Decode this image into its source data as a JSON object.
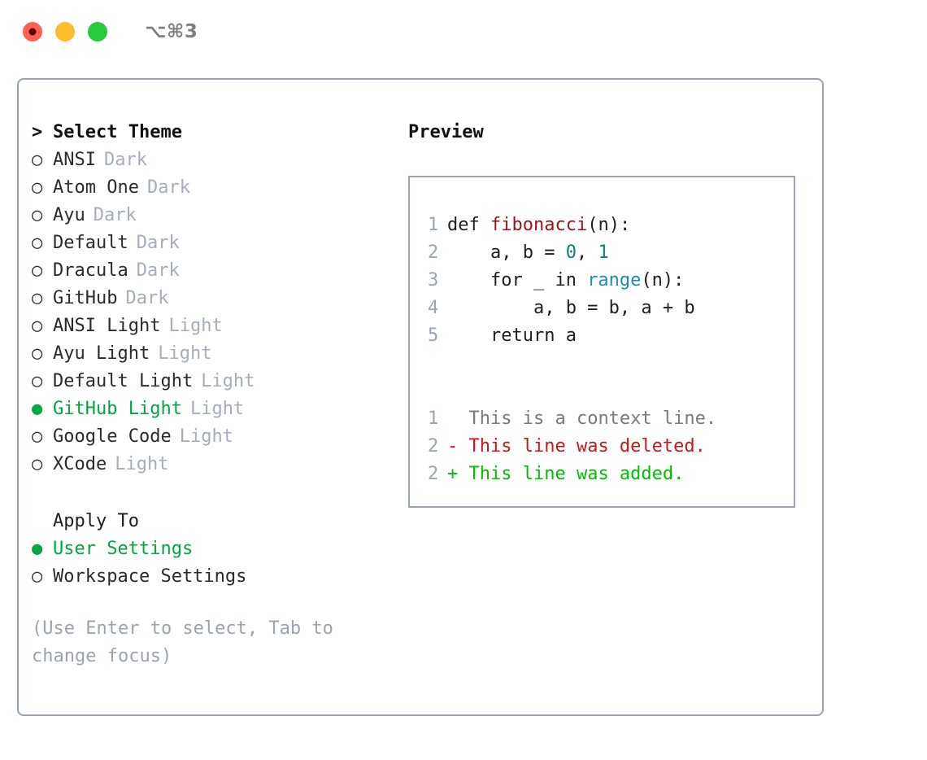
{
  "titlebar": {
    "shortcut": "⌥⌘3",
    "dots": [
      {
        "name": "close-dot",
        "color": "#fd5f55"
      },
      {
        "name": "minimize-dot",
        "color": "#ffbd2e"
      },
      {
        "name": "maximize-dot",
        "color": "#27c93f"
      }
    ]
  },
  "colors": {
    "selected_green": "#00a83f",
    "muted_gray": "#a6aebb",
    "border": "#9aa3b2",
    "text": "#2b2b2b",
    "hint": "#9ba4b0",
    "line_number": "#9aa5b3",
    "syntax_function": "#9e1414",
    "syntax_number": "#0b8276",
    "syntax_call": "#1c8cba",
    "diff_context": "#7b7b7b",
    "diff_deleted": "#cc1616",
    "diff_added": "#00c000"
  },
  "theme_list": {
    "header_marker": ">",
    "header_label": "Select Theme",
    "marker_unselected": "○",
    "marker_selected": "●",
    "items": [
      {
        "marker": "○",
        "name": "ANSI",
        "category": "Dark",
        "selected": false
      },
      {
        "marker": "○",
        "name": "Atom One",
        "category": "Dark",
        "selected": false
      },
      {
        "marker": "○",
        "name": "Ayu",
        "category": "Dark",
        "selected": false
      },
      {
        "marker": "○",
        "name": "Default",
        "category": "Dark",
        "selected": false
      },
      {
        "marker": "○",
        "name": "Dracula",
        "category": "Dark",
        "selected": false
      },
      {
        "marker": "○",
        "name": "GitHub",
        "category": "Dark",
        "selected": false
      },
      {
        "marker": "○",
        "name": "ANSI Light",
        "category": "Light",
        "selected": false
      },
      {
        "marker": "○",
        "name": "Ayu Light",
        "category": "Light",
        "selected": false
      },
      {
        "marker": "○",
        "name": "Default Light",
        "category": "Light",
        "selected": false
      },
      {
        "marker": "●",
        "name": "GitHub Light",
        "category": "Light",
        "selected": true
      },
      {
        "marker": "○",
        "name": "Google Code",
        "category": "Light",
        "selected": false
      },
      {
        "marker": "○",
        "name": "XCode",
        "category": "Light",
        "selected": false
      }
    ]
  },
  "apply_to": {
    "label": "Apply To",
    "options": [
      {
        "marker": "●",
        "label": "User Settings",
        "selected": true
      },
      {
        "marker": "○",
        "label": "Workspace Settings",
        "selected": false
      }
    ]
  },
  "hint": "(Use Enter to select, Tab to change focus)",
  "preview": {
    "title": "Preview",
    "code_lines": [
      {
        "n": "1",
        "parts": [
          {
            "t": "def ",
            "c": "plain"
          },
          {
            "t": "fibonacci",
            "c": "fn"
          },
          {
            "t": "(n):",
            "c": "plain"
          }
        ]
      },
      {
        "n": "2",
        "parts": [
          {
            "t": "    a, b = ",
            "c": "plain"
          },
          {
            "t": "0",
            "c": "num"
          },
          {
            "t": ", ",
            "c": "plain"
          },
          {
            "t": "1",
            "c": "num"
          }
        ]
      },
      {
        "n": "3",
        "parts": [
          {
            "t": "    for _ in ",
            "c": "plain"
          },
          {
            "t": "range",
            "c": "call"
          },
          {
            "t": "(n):",
            "c": "plain"
          }
        ]
      },
      {
        "n": "4",
        "parts": [
          {
            "t": "        a, b = b, a + b",
            "c": "plain"
          }
        ]
      },
      {
        "n": "5",
        "parts": [
          {
            "t": "    return a",
            "c": "plain"
          }
        ]
      }
    ],
    "diff_lines": [
      {
        "n": "1",
        "sign": "  ",
        "text": "This is a context line.",
        "kind": "ctx"
      },
      {
        "n": "2",
        "sign": "- ",
        "text": "This line was deleted.",
        "kind": "del"
      },
      {
        "n": "2",
        "sign": "+ ",
        "text": "This line was added.",
        "kind": "add"
      }
    ]
  }
}
